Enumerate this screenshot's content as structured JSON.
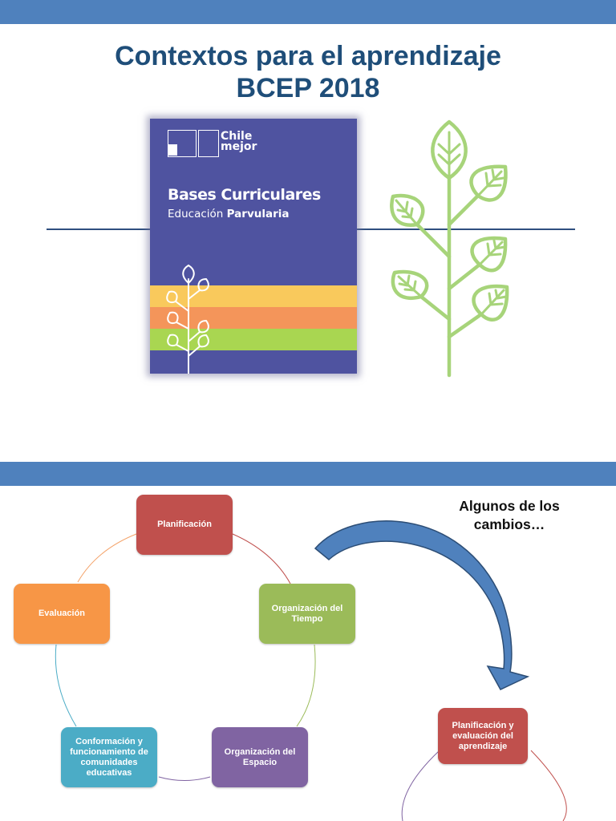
{
  "slide1": {
    "title_line1": "Contextos para el aprendizaje",
    "title_line2": "BCEP 2018",
    "book": {
      "brand_line1": "Chile",
      "brand_line2": "mejor",
      "title": "Bases Curriculares",
      "subtitle_regular": "Educación",
      "subtitle_bold": "Parvularia"
    },
    "colors": {
      "bar": "#4f81bd",
      "title": "#1f4e79",
      "book": "#4f53a0",
      "stripe_yellow": "#f9c95c",
      "stripe_orange": "#f4955a",
      "stripe_green": "#a9d651",
      "plant": "#a7d47a"
    }
  },
  "slide2": {
    "nodes": {
      "planificacion": "Planificación",
      "organizacion_tiempo": "Organización del Tiempo",
      "organizacion_espacio": "Organización del Espacio",
      "conformacion": "Conformación y funcionamiento de comunidades educativas",
      "evaluacion": "Evaluación"
    },
    "changes_label": "Algunos de los cambios…",
    "new_node": "Planificación y evaluación del aprendizaje",
    "colors": {
      "planificacion": "#c0504d",
      "tiempo": "#9bbb59",
      "espacio": "#8064a2",
      "conformacion": "#4bacc6",
      "evaluacion": "#f79646",
      "arrow": "#4f81bd"
    }
  }
}
